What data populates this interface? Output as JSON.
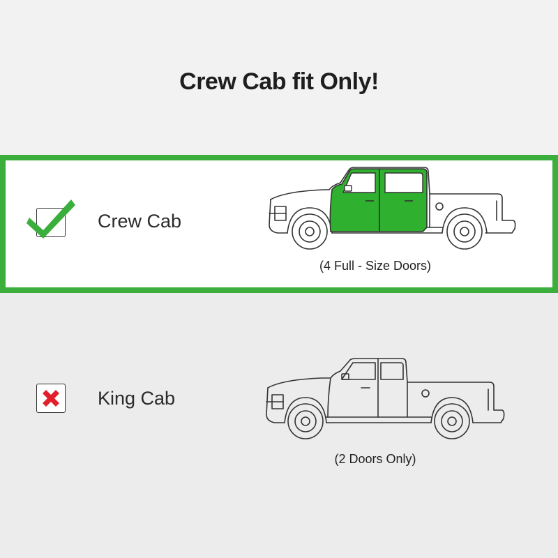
{
  "title": "Crew Cab fit Only!",
  "crew_cab": {
    "label": "Crew Cab",
    "caption": "(4 Full - Size Doors)",
    "status_icon": "checkmark-icon",
    "accent_color": "#3cae3c",
    "door_fill_color": "#2fb02f"
  },
  "king_cab": {
    "label": "King Cab",
    "caption": "(2 Doors Only)",
    "status_icon": "x-mark-icon",
    "status_color": "#e0202a"
  }
}
